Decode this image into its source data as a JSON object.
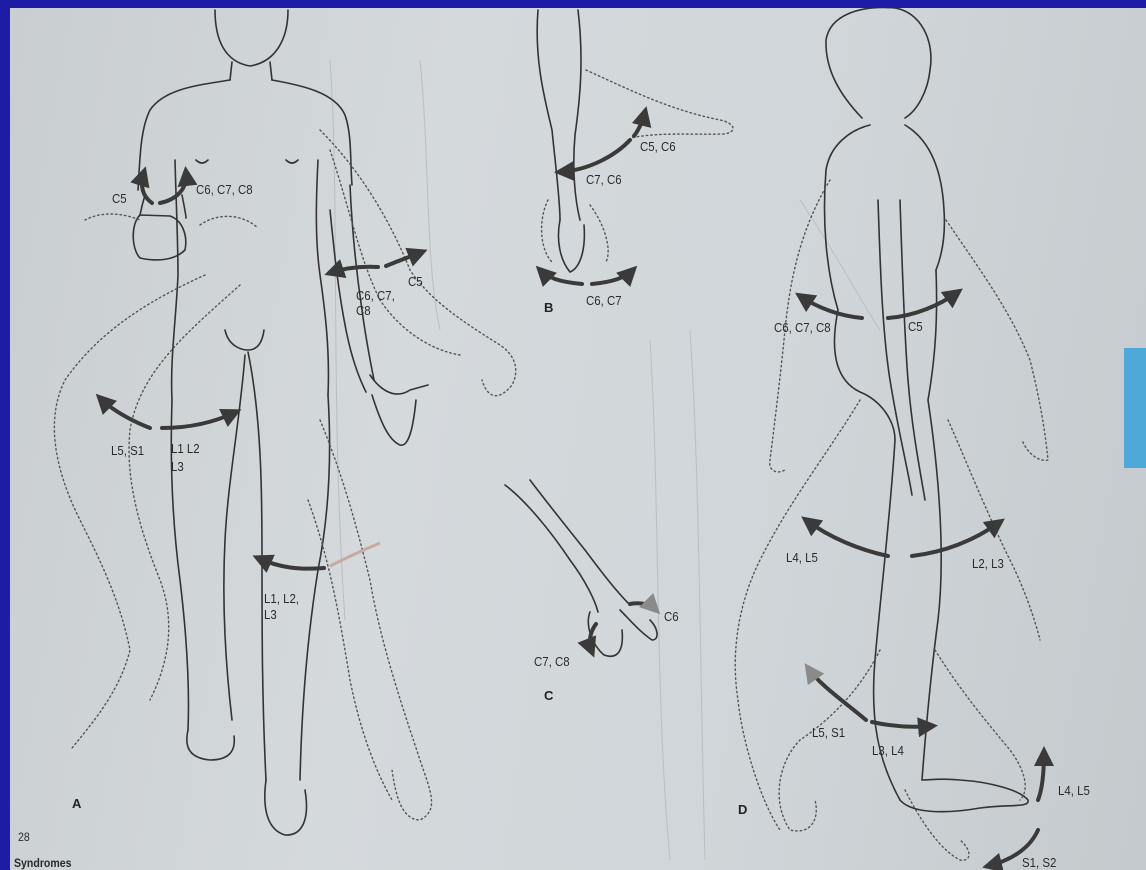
{
  "panels": {
    "a": "A",
    "b": "B",
    "c": "C",
    "d": "D"
  },
  "labels": {
    "a_c5": "C5",
    "a_c6c7c8": "C6, C7, C8",
    "a_c6c7_line1": "C6, C7,",
    "a_c8_line2": "C8",
    "a_c5_right": "C5",
    "a_l5s1": "L5, S1",
    "a_l1l2_line1": "L1  L2",
    "a_l3_line2": "L3",
    "a_knee_line1": "L1, L2,",
    "a_knee_line2": "L3",
    "b_c5c6": "C5, C6",
    "b_c7c6": "C7, C6",
    "b_c6c7": "C6, C7",
    "c_c6": "C6",
    "c_c7c8": "C7, C8",
    "d_c6c7c8": "C6,  C7, C8",
    "d_c5": "C5",
    "d_l4l5": "L4, L5",
    "d_l2l3": "L2, L3",
    "d_l5s1": "L5, S1",
    "d_l3l4": "L3, L4",
    "d_foot_l4l5": "L4, L5",
    "d_foot_s1s2": "S1, S2"
  },
  "page_corner": {
    "page_number": "28",
    "footer_fragment": "Syndromes"
  },
  "colors": {
    "frame": "#1c1ca6",
    "paper": "#d0d6d9",
    "ink": "#333333",
    "tab": "#4fa9d8"
  }
}
